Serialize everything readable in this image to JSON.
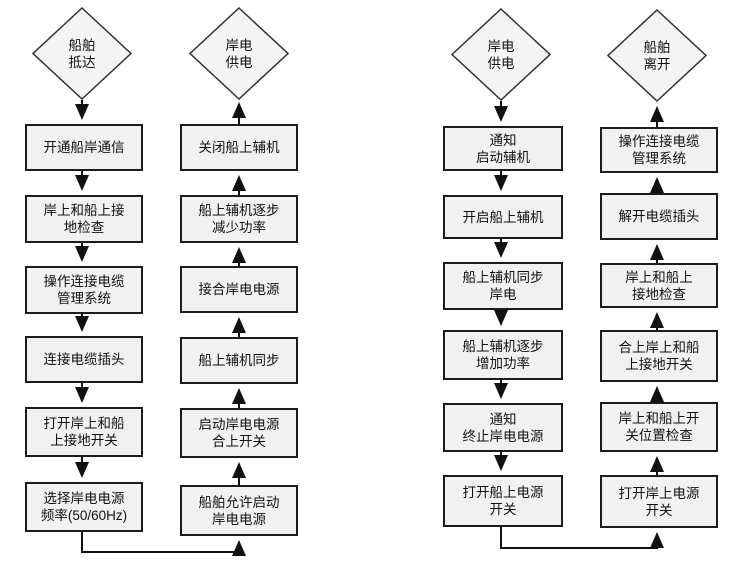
{
  "diagram": {
    "type": "flowchart",
    "description_colors": {
      "node_fill": "#f1f1f1",
      "node_border": "#1c1c1c",
      "arrow": "#111111",
      "background": "#ffffff"
    },
    "columns": [
      {
        "flow": "down",
        "nodes": [
          {
            "type": "diamond",
            "label": "船舶\n抵达"
          },
          {
            "type": "box",
            "label": "开通船岸通信"
          },
          {
            "type": "box",
            "label": "岸上和船上接\n地检查"
          },
          {
            "type": "box",
            "label": "操作连接电缆\n管理系统"
          },
          {
            "type": "box",
            "label": "连接电缆插头"
          },
          {
            "type": "box",
            "label": "打开岸上和船\n上接地开关"
          },
          {
            "type": "box",
            "label": "选择岸电电源\n频率(50/60Hz)"
          }
        ]
      },
      {
        "flow": "up",
        "nodes": [
          {
            "type": "diamond",
            "label": "岸电\n供电"
          },
          {
            "type": "box",
            "label": "关闭船上辅机"
          },
          {
            "type": "box",
            "label": "船上辅机逐步\n减少功率"
          },
          {
            "type": "box",
            "label": "接合岸电电源"
          },
          {
            "type": "box",
            "label": "船上辅机同步"
          },
          {
            "type": "box",
            "label": "启动岸电电源\n合上开关"
          },
          {
            "type": "box",
            "label": "船舶允许启动\n岸电电源"
          }
        ]
      },
      {
        "flow": "down",
        "nodes": [
          {
            "type": "diamond",
            "label": "岸电\n供电"
          },
          {
            "type": "box",
            "label": "通知\n启动辅机"
          },
          {
            "type": "box",
            "label": "开启船上辅机"
          },
          {
            "type": "box",
            "label": "船上辅机同步\n岸电"
          },
          {
            "type": "box",
            "label": "船上辅机逐步\n增加功率"
          },
          {
            "type": "box",
            "label": "通知\n终止岸电电源"
          },
          {
            "type": "box",
            "label": "打开船上电源\n开关"
          }
        ]
      },
      {
        "flow": "up",
        "nodes": [
          {
            "type": "diamond",
            "label": "船舶\n离开"
          },
          {
            "type": "box",
            "label": "操作连接电缆\n管理系统"
          },
          {
            "type": "box",
            "label": "解开电缆插头"
          },
          {
            "type": "box",
            "label": "岸上和船上\n接地检查"
          },
          {
            "type": "box",
            "label": "合上岸上和船\n上接地开关"
          },
          {
            "type": "box",
            "label": "岸上和船上开\n关位置检查"
          },
          {
            "type": "box",
            "label": "打开岸上电源\n开关"
          }
        ]
      }
    ]
  }
}
